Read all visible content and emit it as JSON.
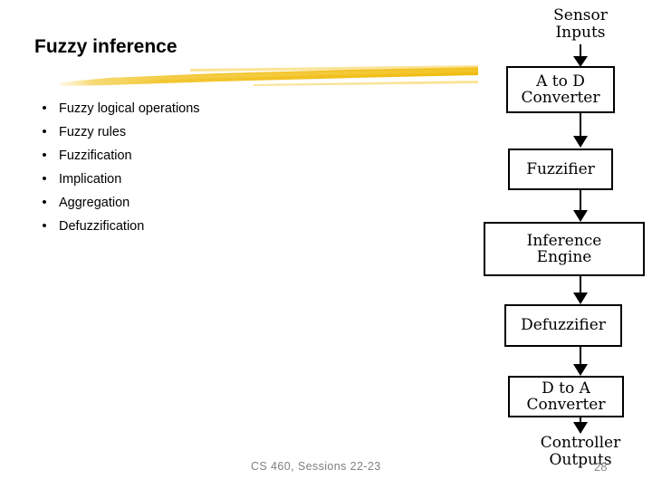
{
  "slide": {
    "title": "Fuzzy inference",
    "accent_color": "#F2C12E",
    "background_color": "#FFFFFF",
    "text_color": "#000000",
    "footer_color": "#808080"
  },
  "bullets": {
    "marker": "•",
    "items": [
      {
        "label": "Fuzzy logical operations"
      },
      {
        "label": "Fuzzy rules"
      },
      {
        "label": "Fuzzification"
      },
      {
        "label": "Implication"
      },
      {
        "label": "Aggregation"
      },
      {
        "label": "Defuzzification"
      }
    ]
  },
  "diagram": {
    "type": "flowchart",
    "orientation": "vertical",
    "labels": {
      "sensor_inputs_line1": "Sensor",
      "sensor_inputs_line2": "Inputs",
      "controller_outputs_line1": "Controller",
      "controller_outputs_line2": "Outputs"
    },
    "boxes": [
      {
        "id": "a-to-d",
        "line1": "A to D",
        "line2": "Converter"
      },
      {
        "id": "fuzzifier",
        "line1": "Fuzzifier",
        "line2": ""
      },
      {
        "id": "inference-engine",
        "line1": "Inference",
        "line2": "Engine"
      },
      {
        "id": "defuzzifier",
        "line1": "Defuzzifier",
        "line2": ""
      },
      {
        "id": "d-to-a",
        "line1": "D to A",
        "line2": "Converter"
      }
    ]
  },
  "footer": {
    "course": "CS 460,  Sessions 22-23",
    "page_number": "28"
  }
}
